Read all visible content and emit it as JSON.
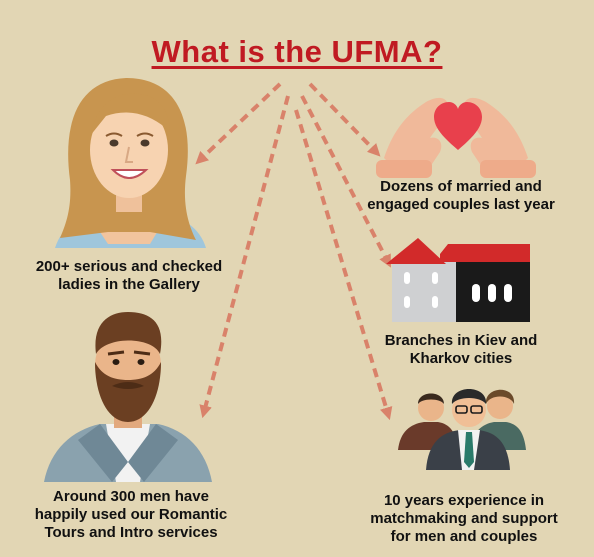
{
  "title": "What is the UFMA?",
  "items": {
    "ladies": {
      "line1": "200+ serious and checked",
      "line2": "ladies in the Gallery"
    },
    "men": {
      "line1": "Around 300 men have",
      "line2": "happily used our Romantic",
      "line3": "Tours and Intro services"
    },
    "couples": {
      "line1": "Dozens of married and",
      "line2": "engaged couples last year"
    },
    "branches": {
      "line1": "Branches in Kiev and",
      "line2": "Kharkov cities"
    },
    "experience": {
      "line1": "10 years experience in",
      "line2": "matchmaking and support",
      "line3": "for men and couples"
    }
  },
  "colors": {
    "background": "#e2d6b4",
    "title": "#c01a22",
    "arrow": "#d9826a",
    "heart": "#e8404c"
  },
  "icons": [
    "woman-portrait-icon",
    "bearded-man-icon",
    "heart-hands-icon",
    "building-icon",
    "business-team-icon"
  ]
}
